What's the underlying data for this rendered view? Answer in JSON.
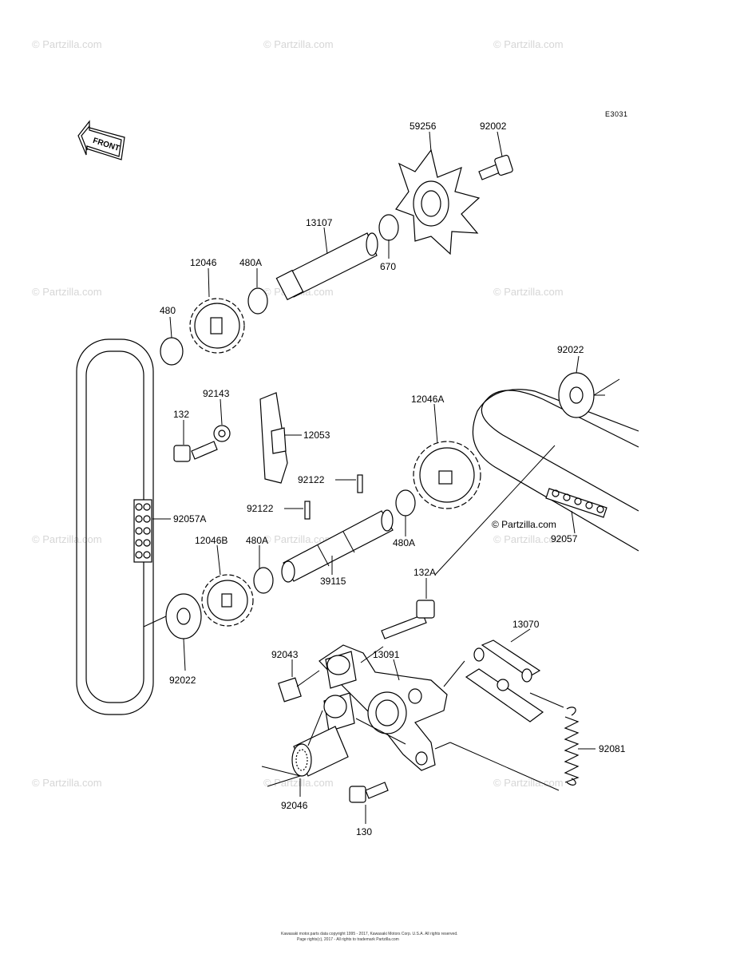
{
  "diagram_code": "E3031",
  "front_label": "FRONT",
  "watermark": "© Partzilla.com",
  "footer": {
    "line1": "Kawasaki motor.parts data copyright 1995 - 2017, Kawasaki Motors Corp. U.S.A. All rights reserved.",
    "line2": "Page rights(c), 2017 - All rights to trademark Partzilla.com"
  },
  "parts": {
    "p59256": "59256",
    "p92002": "92002",
    "p13107": "13107",
    "p670": "670",
    "p12046": "12046",
    "p480A_top": "480A",
    "p480": "480",
    "p92022_right": "92022",
    "p92143": "92143",
    "p132": "132",
    "p12053": "12053",
    "p12046A": "12046A",
    "p92122_a": "92122",
    "p92122_b": "92122",
    "p92057A": "92057A",
    "p92057": "92057",
    "p12046B": "12046B",
    "p480A_mid": "480A",
    "p480A_right": "480A",
    "p39115": "39115",
    "p132A": "132A",
    "p92022_left": "92022",
    "p13070": "13070",
    "p92043": "92043",
    "p13091": "13091",
    "p92081": "92081",
    "p92046": "92046",
    "p130": "130"
  }
}
